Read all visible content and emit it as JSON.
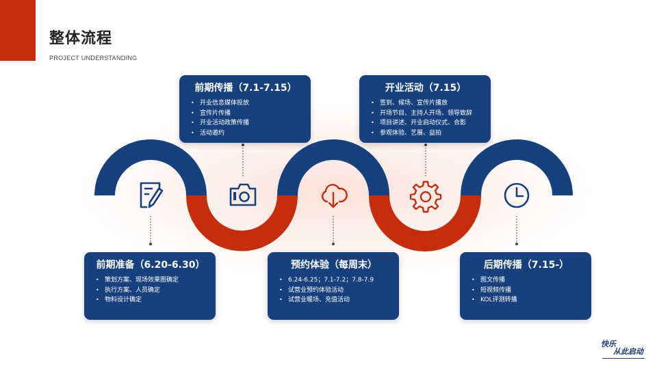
{
  "header": {
    "title": "整体流程",
    "subtitle": "PROJECT UNDERSTANDING"
  },
  "colors": {
    "accent": "#c62d0c",
    "navy": "#16407e",
    "red": "#c62d0c"
  },
  "icons": [
    "pencil-doc-icon",
    "camera-icon",
    "cloud-download-icon",
    "gear-icon",
    "clock-icon"
  ],
  "stages": [
    {
      "title": "前期准备（6.20-6.30）",
      "items": [
        "策划方案、现场效果图确定",
        "执行方案、人员确定",
        "物料设计确定"
      ]
    },
    {
      "title": "前期传播（7.1-7.15）",
      "items": [
        "开业信息媒体投放",
        "宣传片传播",
        "开业活动政策传播",
        "活动邀约"
      ]
    },
    {
      "title": "预约体验（每周末）",
      "items": [
        "6.24-6.25；7.1-7.2；7.8-7.9",
        "试营业预约体验活动",
        "试营业暖场、充值活动"
      ]
    },
    {
      "title": "开业活动（7.15）",
      "items": [
        "签到、候场、宣传片播放",
        "开场节目、主持人开场、领导致辞",
        "项目讲述、开业启动仪式、合影",
        "参观体验、艺展、益拍"
      ]
    },
    {
      "title": "后期传播（7.15-）",
      "items": [
        "图文传播",
        "短视频传播",
        "KOL评测转播"
      ]
    }
  ],
  "logo": {
    "line1": "快乐",
    "line2": "从此启动"
  }
}
